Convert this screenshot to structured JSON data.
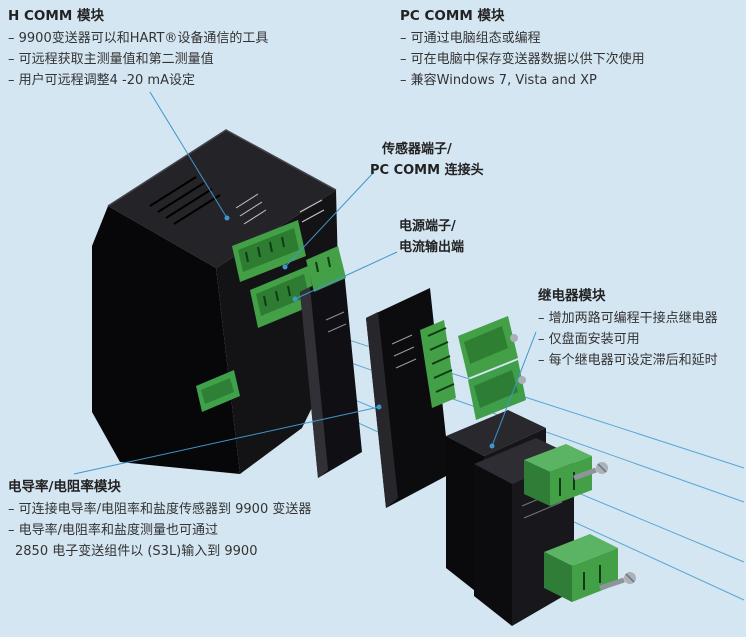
{
  "colors": {
    "background": "#d4e6f2",
    "leader": "#3f96cc",
    "module_green": "#43a047",
    "module_green_dark": "#2f7d37",
    "device_black": "#101013"
  },
  "annotations": {
    "h_comm": {
      "title": "H COMM 模块",
      "lines": [
        "– 9900变送器可以和HART®设备通信的工具",
        "– 可远程获取主测量值和第二测量值",
        "– 用户可远程调整4 -20 mA设定"
      ]
    },
    "pc_comm": {
      "title": "PC COMM 模块",
      "lines": [
        "– 可通过电脑组态或编程",
        "– 可在电脑中保存变送器数据以供下次使用",
        "– 兼容Windows 7, Vista and XP"
      ]
    },
    "sensor_terminal": {
      "lines": [
        "传感器端子/",
        "PC COMM 连接头"
      ]
    },
    "power_terminal": {
      "lines": [
        "电源端子/",
        "电流输出端"
      ]
    },
    "relay": {
      "title": "继电器模块",
      "lines": [
        "– 增加两路可编程干接点继电器",
        "– 仅盘面安装可用",
        "– 每个继电器可设定滞后和延时"
      ]
    },
    "conductivity": {
      "title": "电导率/电阻率模块",
      "lines": [
        "– 可连接电导率/电阻率和盐度传感器到 9900 变送器",
        "– 电导率/电阻率和盐度测量也可通过",
        "2850 电子变送组件以 (S3L)输入到 9900"
      ]
    }
  },
  "illustration": {
    "parts": [
      "main-transmitter-body",
      "sensor-terminal-connector",
      "power-terminal-connector",
      "output-terminal-connector",
      "pc-comm-card",
      "conductivity-card",
      "relay-connector-block",
      "relay-module-rear",
      "relay-module-front",
      "relay-terminal-block-1",
      "relay-terminal-block-2",
      "mounting-screw-1",
      "mounting-screw-2"
    ]
  }
}
